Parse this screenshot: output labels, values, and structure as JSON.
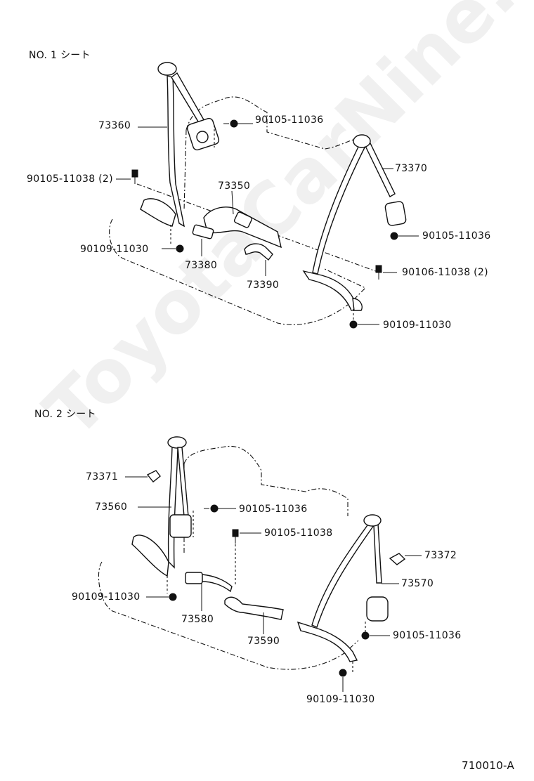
{
  "sections": [
    {
      "title": "NO. 1  シート",
      "labels": {
        "p73360": "73360",
        "p73370": "73370",
        "p73350": "73350",
        "p73380": "73380",
        "p73390": "73390",
        "b_9010511036_top": "90105-11036",
        "b_9010511036_right": "90105-11036",
        "b_9010511038": "90105-11038 (2)",
        "b_9010611038": "90106-11038 (2)",
        "b_9010911030_left": "90109-11030",
        "b_9010911030_right": "90109-11030"
      }
    },
    {
      "title": "NO. 2  シート",
      "labels": {
        "p73371": "73371",
        "p73560": "73560",
        "p73372": "73372",
        "p73570": "73570",
        "p73580": "73580",
        "p73590": "73590",
        "b_9010511036_top": "90105-11036",
        "b_9010511038": "90105-11038",
        "b_9010511036_right": "90105-11036",
        "b_9010911030_left": "90109-11030",
        "b_9010911030_bottom": "90109-11030"
      }
    }
  ],
  "figure_code": "710010-A",
  "watermark": "ToyotaCarNine.ru"
}
